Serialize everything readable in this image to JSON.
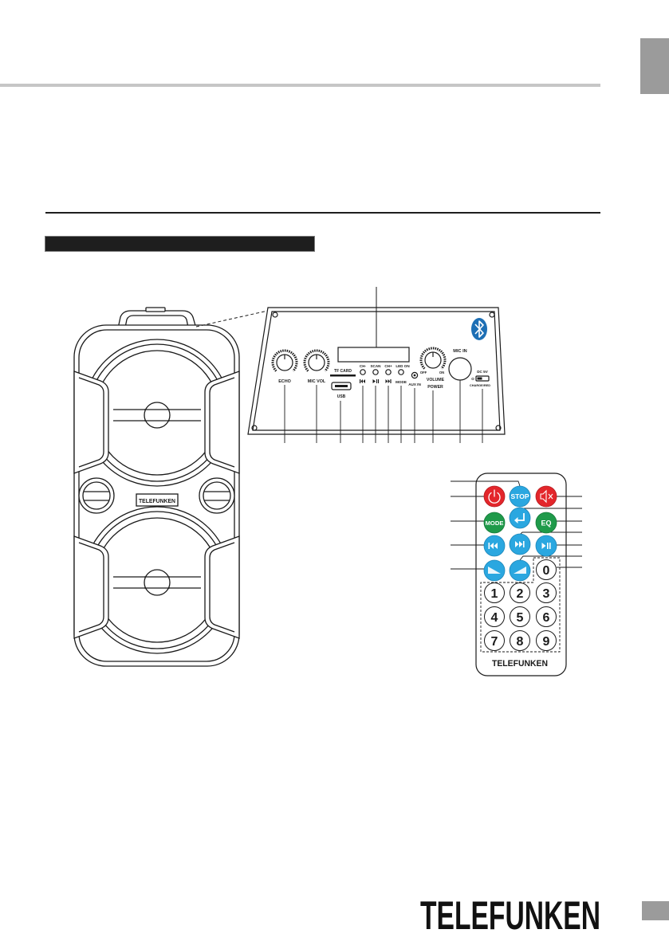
{
  "page": {
    "brand_logo": "TELEFUNKEN"
  },
  "speaker": {
    "front_label": "TELEFUNKEN"
  },
  "panel": {
    "labels": {
      "echo": "ECHO",
      "mic_vol": "MIC VOL",
      "tf_card": "TF CARD",
      "usb": "USB",
      "ch_minus": "CH-",
      "scan": "SCAN",
      "ch_plus": "CH+",
      "led_on": "LED ON",
      "mode": "MODE",
      "off": "OFF",
      "on": "ON",
      "aux_in": "AUX IN",
      "volume": "VOLUME",
      "power": "POWER",
      "mic_in": "MIC IN",
      "dc_5v": "DC 5V",
      "switch_o": "O",
      "charge": "CHARGE/RED"
    },
    "icons": [
      "bluetooth-icon",
      "prev-track-icon",
      "play-pause-icon",
      "next-track-icon"
    ]
  },
  "remote": {
    "stop": "STOP",
    "mode": "MODE",
    "eq": "EQ",
    "digits": [
      "0",
      "1",
      "2",
      "3",
      "4",
      "5",
      "6",
      "7",
      "8",
      "9"
    ],
    "brand": "TELEFUNKEN",
    "icons": [
      "power-icon",
      "mute-icon",
      "return-icon",
      "prev-track-icon",
      "next-track-icon",
      "play-pause-icon",
      "volume-down-icon",
      "volume-up-icon"
    ]
  },
  "colors": {
    "red_button": "#e3262b",
    "blue_button": "#2aa7e0",
    "green_button": "#1f9a4a",
    "bluetooth": "#1d6fb5",
    "rule_gray": "#c6c6c6",
    "tab_gray": "#9b9b9b",
    "ink": "#1a1a1a"
  }
}
